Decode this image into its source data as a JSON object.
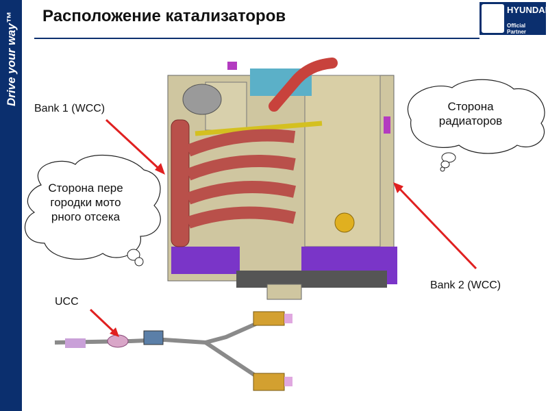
{
  "slide": {
    "title": "Расположение катализаторов",
    "sidebar_text": "Drive your way™",
    "logo": {
      "brand": "HYUNDAI",
      "subtitle": "Official Partner"
    }
  },
  "labels": {
    "bank1": "Bank 1 (WCC)",
    "bank2": "Bank 2 (WCC)",
    "ucc": "UCC"
  },
  "clouds": {
    "radiator": "Сторона радиаторов",
    "firewall": "Сторона перегородки моторного отсека"
  },
  "colors": {
    "sidebar": "#0b2f6e",
    "arrow": "#e02020",
    "manifold": "#b9504a",
    "engine_block": "#d9cfa6",
    "oil_pan": "#7a35c8"
  }
}
